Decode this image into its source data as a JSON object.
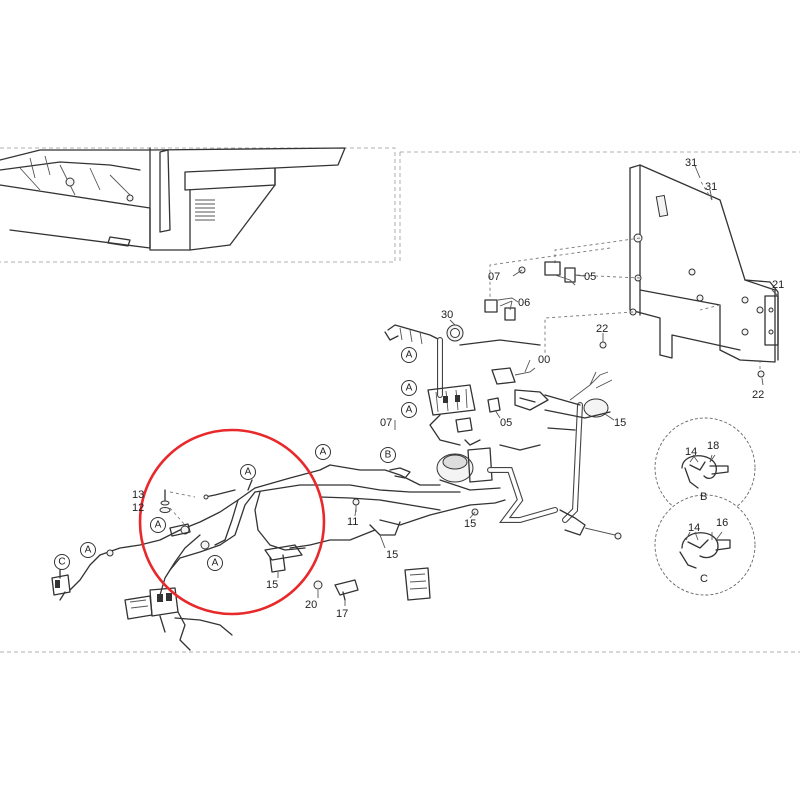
{
  "highlight_color": "#e8292b",
  "line_color": "#333333",
  "part_numbers": {
    "p31a": "31",
    "p31b": "31",
    "p21": "21",
    "p22a": "22",
    "p22b": "22",
    "p07a": "07",
    "p05a": "05",
    "p06": "06",
    "p30": "30",
    "p00": "00",
    "p07b": "07",
    "p05b": "05",
    "p15a": "15",
    "p13": "13",
    "p12": "12",
    "p11": "11",
    "p15b": "15",
    "p15c": "15",
    "p15d": "15",
    "p20": "20",
    "p17": "17",
    "p14b": "14",
    "p18": "18",
    "p14c": "14",
    "p16": "16"
  },
  "ref_markers": {
    "a1": "A",
    "a2": "A",
    "a3": "A",
    "a4": "A",
    "a5": "A",
    "a6": "A",
    "a7": "A",
    "a8": "A",
    "a9": "A",
    "b1": "B",
    "c1": "C"
  },
  "detail_views": {
    "b": "B",
    "c": "C"
  }
}
